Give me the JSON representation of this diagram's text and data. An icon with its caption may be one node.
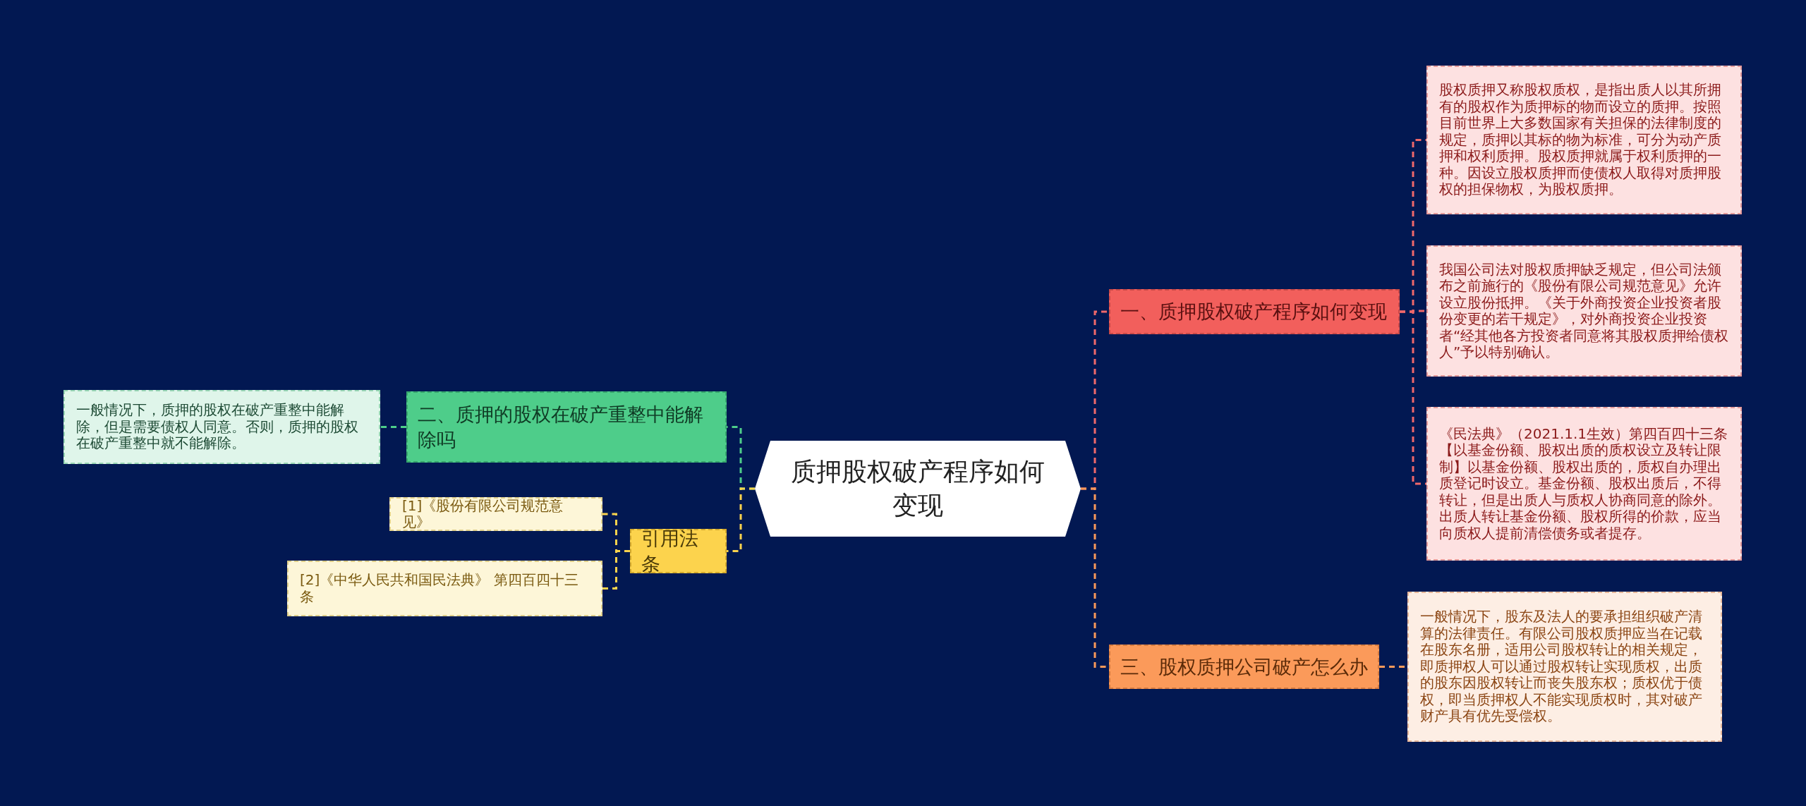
{
  "diagram": {
    "nodes": [
      {
        "text": [
          "质押股权破产程序如何变现"
        ]
      },
      {
        "text": [
          "一、质押股权破产程序如何变现"
        ]
      },
      {
        "text": [
          "股权质押又称股权质权，是指出质人以其所拥有的股权作为质押标的物而设立的质押。按照目前世界上大多数国家有关担保的法律制度的规定，质押以其标的物为标准，可分为动产质押和权利质押。股权质押就属于权利质押的一种。因设立股权质押而使债权人取得对质押股权的担保物权，为股权质押。"
        ]
      },
      {
        "text": [
          "我国公司法对股权质押缺乏规定，但公司法颁布之前施行的《股份有限公司规范意见》允许设立股份抵押。《关于外商投资企业投资者股份变更的若干规定》，对外商投资企业投资者“经其他各方投资者同意将其股权质押给债权人”予以特别确认。"
        ]
      },
      {
        "text": [
          "《民法典》（2021.1.1生效）第四百四十三条【以基金份额、股权出质的质权设立及转让限制】以基金份额、股权出质的，质权自办理出质登记时设立。基金份额、股权出质后，不得转让，但是出质人与质权人协商同意的除外。出质人转让基金份额、股权所得的价款，应当向质权人提前清偿债务或者提存。"
        ]
      },
      {
        "text": [
          "三、股权质押公司破产怎么办"
        ]
      },
      {
        "text": [
          "一般情况下，股东及法人的要承担组织破产清算的法律责任。有限公司股权质押应当在记载在股东名册，适用公司股权转让的相关规定，即质押权人可以通过股权转让实现质权，出质的股东因股权转让而丧失股东权；质权优于债权，即当质押权人不能实现质权时，其对破产财产具有优先受偿权。"
        ]
      },
      {
        "text": [
          "二、质押的股权在破产重整中能解除吗"
        ]
      },
      {
        "text": [
          "一般情况下，质押的股权在破产重整中能解除，但是需要债权人同意。否则，质押的股权在破产重整中就不能解除。"
        ]
      },
      {
        "text": [
          "引用法条"
        ]
      },
      {
        "text": [
          "[1]《股份有限公司规范意见》"
        ]
      },
      {
        "text": [
          "[2]《中华人民共和国民法典》 第四百四十三条"
        ]
      }
    ],
    "edges": [
      {
        "from": 0,
        "to": 1,
        "arrow": "none",
        "style": "dashed",
        "color": "#f0686a"
      },
      {
        "from": 1,
        "to": 2,
        "arrow": "none",
        "style": "dashed",
        "color": "#f0686a"
      },
      {
        "from": 1,
        "to": 3,
        "arrow": "none",
        "style": "dashed",
        "color": "#f0686a"
      },
      {
        "from": 1,
        "to": 4,
        "arrow": "none",
        "style": "dashed",
        "color": "#f0686a"
      },
      {
        "from": 0,
        "to": 5,
        "arrow": "none",
        "style": "dashed",
        "color": "#fb9a5a"
      },
      {
        "from": 5,
        "to": 6,
        "arrow": "none",
        "style": "dashed",
        "color": "#fb9a5a"
      },
      {
        "from": 0,
        "to": 7,
        "arrow": "none",
        "style": "dashed",
        "color": "#4ecd8a"
      },
      {
        "from": 7,
        "to": 8,
        "arrow": "none",
        "style": "dashed",
        "color": "#4ecd8a"
      },
      {
        "from": 0,
        "to": 9,
        "arrow": "none",
        "style": "dashed",
        "color": "#fcd34d"
      },
      {
        "from": 9,
        "to": 10,
        "arrow": "none",
        "style": "dashed",
        "color": "#fcd34d"
      },
      {
        "from": 9,
        "to": 11,
        "arrow": "none",
        "style": "dashed",
        "color": "#fcd34d"
      }
    ]
  }
}
